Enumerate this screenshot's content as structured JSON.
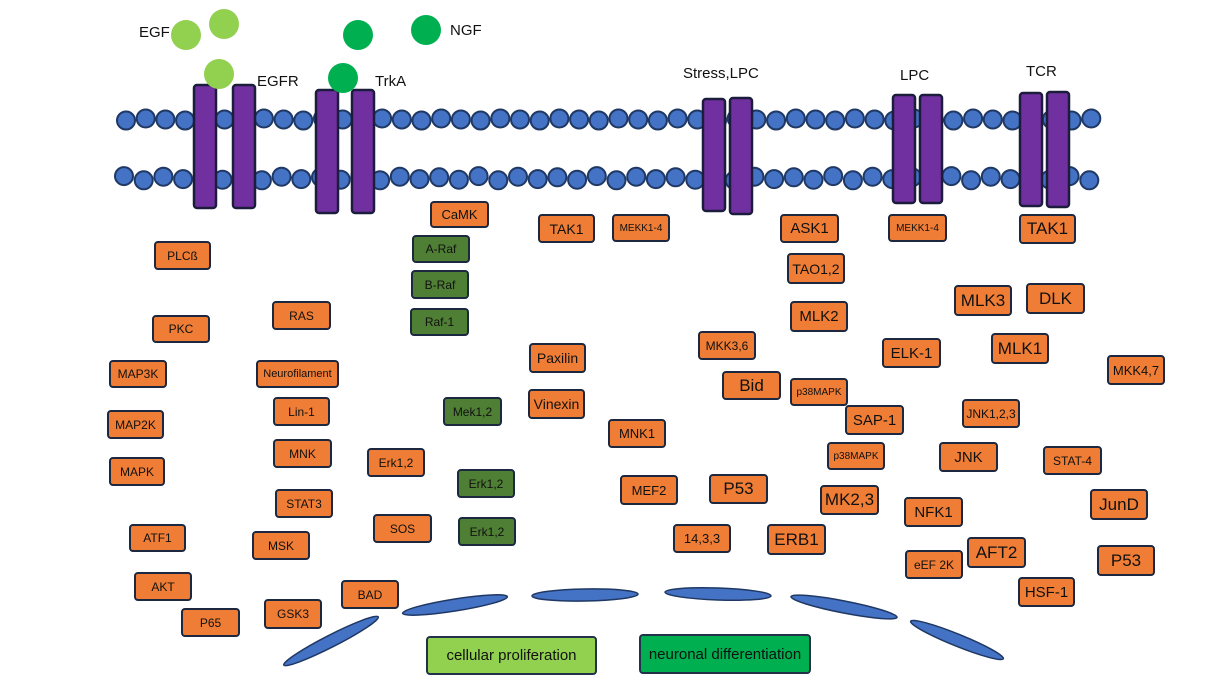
{
  "colors": {
    "bead": "#4472c4",
    "bead_stroke": "#1f3864",
    "receptor": "#7030a0",
    "receptor_stroke": "#1c1c3c",
    "egf_ligand": "#92d050",
    "ngf_ligand": "#00b050",
    "orange_box": "#ef7d35",
    "green_box": "#4f7f34",
    "nucleus_arc": "#4472c4"
  },
  "labels": {
    "egf": "EGF",
    "ngf": "NGF",
    "egfr": "EGFR",
    "trka": "TrkA",
    "stress_lpc": "Stress,LPC",
    "lpc": "LPC",
    "tcr": "TCR"
  },
  "nodes": {
    "plcb": "PLCß",
    "pkc": "PKC",
    "map3k": "MAP3K",
    "map2k": "MAP2K",
    "mapk": "MAPK",
    "atf1": "ATF1",
    "akt": "AKT",
    "p65": "P65",
    "ras": "RAS",
    "neurofilament": "Neurofilament",
    "lin1": "Lin-1",
    "mnk_left": "MNK",
    "stat3": "STAT3",
    "msk": "MSK",
    "gsk3": "GSK3",
    "bad": "BAD",
    "erk12_orange": "Erk1,2",
    "sos": "SOS",
    "camk": "CaMK",
    "araf": "A-Raf",
    "braf": "B-Raf",
    "raf1": "Raf-1",
    "mek12": "Mek1,2",
    "erk12_green_a": "Erk1,2",
    "erk12_green_b": "Erk1,2",
    "tak1_left": "TAK1",
    "mekk14_left": "MEKK1-4",
    "paxilin": "Paxilin",
    "vinexin": "Vinexin",
    "mnk1": "MNK1",
    "mef2": "MEF2",
    "p53_mid": "P53",
    "s1433": "14,3,3",
    "erb1": "ERB1",
    "mkk36": "MKK3,6",
    "bid": "Bid",
    "ask1": "ASK1",
    "tao12": "TAO1,2",
    "mlk2": "MLK2",
    "p38mapk_a": "p38MAPK",
    "sap1": "SAP-1",
    "p38mapk_b": "p38MAPK",
    "mk23": "MK2,3",
    "mekk14_right": "MEKK1-4",
    "elk1": "ELK-1",
    "nfk1": "NFK1",
    "eef2k": "eEF 2K",
    "aft2": "AFT2",
    "mlk3": "MLK3",
    "dlk": "DLK",
    "mlk1": "MLK1",
    "jnk123": "JNK1,2,3",
    "jnk": "JNK",
    "hsf1": "HSF-1",
    "tak1_right": "TAK1",
    "mkk47": "MKK4,7",
    "stat4": "STAT-4",
    "jund": "JunD",
    "p53_right": "P53"
  },
  "outcomes": {
    "proliferation": "cellular proliferation",
    "differentiation": "neuronal differentiation"
  }
}
